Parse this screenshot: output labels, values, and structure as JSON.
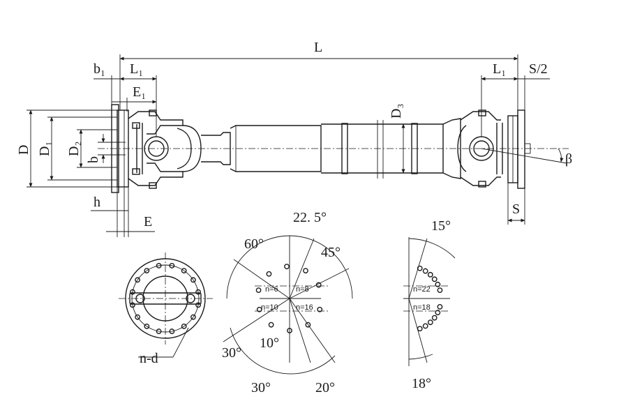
{
  "dimensions": {
    "L": "L",
    "L1_left": "L₁",
    "L1_right": "L₁",
    "b1": "b₁",
    "E1": "E₁",
    "S_half": "S/2",
    "D": "D",
    "D1": "D₁",
    "D2": "D₂",
    "D3": "D₃",
    "b": "b",
    "h": "h",
    "E": "E",
    "S": "S",
    "beta": "β"
  },
  "flange_view": {
    "callout": "n-d"
  },
  "bolt_patterns": {
    "angles": {
      "a60": "60°",
      "a22_5": "22. 5°",
      "a45": "45°",
      "a30_left": "30°",
      "a10": "10°",
      "a30_bottom": "30°",
      "a20": "20°",
      "a15": "15°",
      "a18": "18°"
    },
    "counts": {
      "n6": "n=6",
      "n8": "n=8",
      "n10": "n=10",
      "n16": "n=16",
      "n22": "n=22",
      "n18": "n=18"
    }
  }
}
